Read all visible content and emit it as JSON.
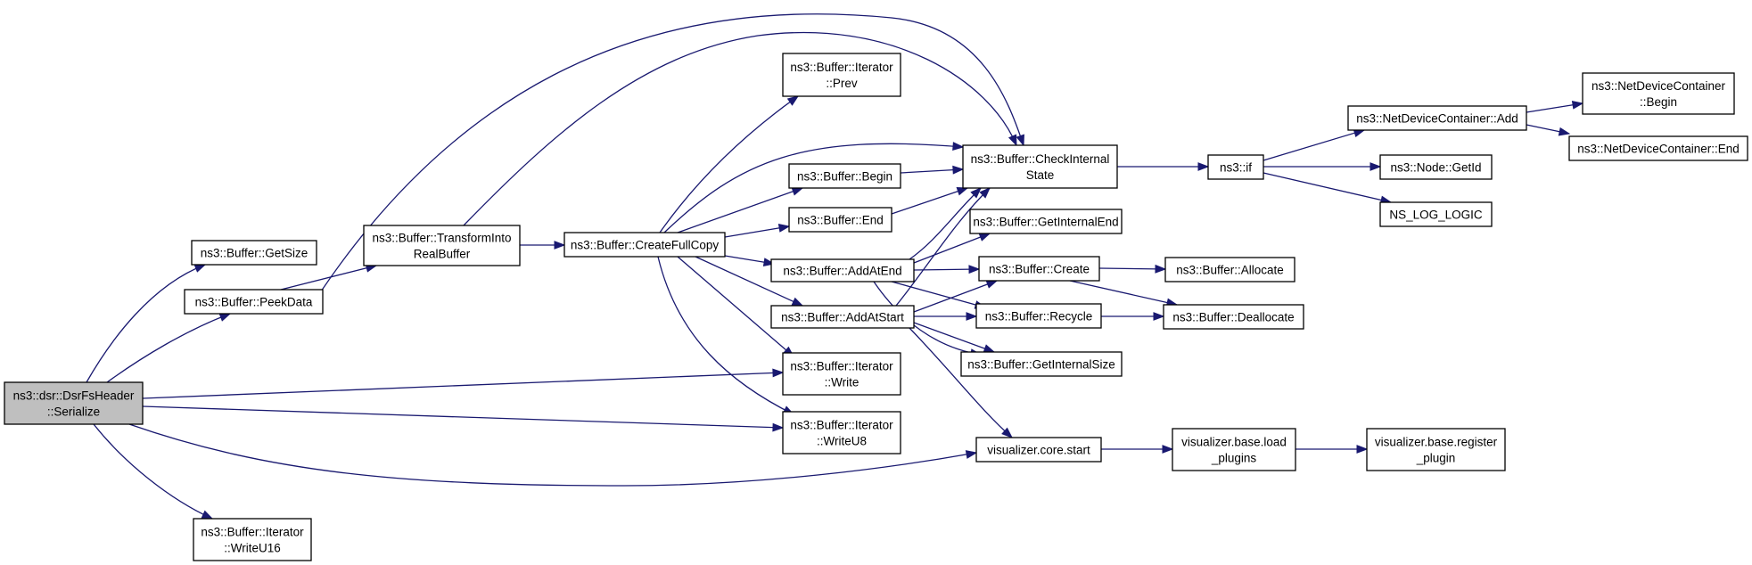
{
  "colors": {
    "edge": "#191970",
    "root_fill": "#bfbfbf",
    "node_fill": "#ffffff",
    "border": "#000000"
  },
  "nodes": {
    "serialize": [
      "ns3::dsr::DsrFsHeader",
      "::Serialize"
    ],
    "get_size": [
      "ns3::Buffer::GetSize"
    ],
    "peek_data": [
      "ns3::Buffer::PeekData"
    ],
    "iter_writeu16": [
      "ns3::Buffer::Iterator",
      "::WriteU16"
    ],
    "transform": [
      "ns3::Buffer::TransformInto",
      "RealBuffer"
    ],
    "create_full_copy": [
      "ns3::Buffer::CreateFullCopy"
    ],
    "iter_prev": [
      "ns3::Buffer::Iterator",
      "::Prev"
    ],
    "begin": [
      "ns3::Buffer::Begin"
    ],
    "end": [
      "ns3::Buffer::End"
    ],
    "add_at_end": [
      "ns3::Buffer::AddAtEnd"
    ],
    "add_at_start": [
      "ns3::Buffer::AddAtStart"
    ],
    "iter_write": [
      "ns3::Buffer::Iterator",
      "::Write"
    ],
    "iter_writeu8": [
      "ns3::Buffer::Iterator",
      "::WriteU8"
    ],
    "check_internal": [
      "ns3::Buffer::CheckInternal",
      "State"
    ],
    "get_internal_end": [
      "ns3::Buffer::GetInternalEnd"
    ],
    "create": [
      "ns3::Buffer::Create"
    ],
    "recycle": [
      "ns3::Buffer::Recycle"
    ],
    "get_internal_size": [
      "ns3::Buffer::GetInternalSize"
    ],
    "viz_core_start": [
      "visualizer.core.start"
    ],
    "ns3_if": [
      "ns3::if"
    ],
    "allocate": [
      "ns3::Buffer::Allocate"
    ],
    "deallocate": [
      "ns3::Buffer::Deallocate"
    ],
    "load_plugins": [
      "visualizer.base.load",
      "_plugins"
    ],
    "ndc_add": [
      "ns3::NetDeviceContainer::Add"
    ],
    "node_getid": [
      "ns3::Node::GetId"
    ],
    "ns_log_logic": [
      "NS_LOG_LOGIC"
    ],
    "register_plugin": [
      "visualizer.base.register",
      "_plugin"
    ],
    "ndc_begin": [
      "ns3::NetDeviceContainer",
      "::Begin"
    ],
    "ndc_end": [
      "ns3::NetDeviceContainer::End"
    ]
  }
}
